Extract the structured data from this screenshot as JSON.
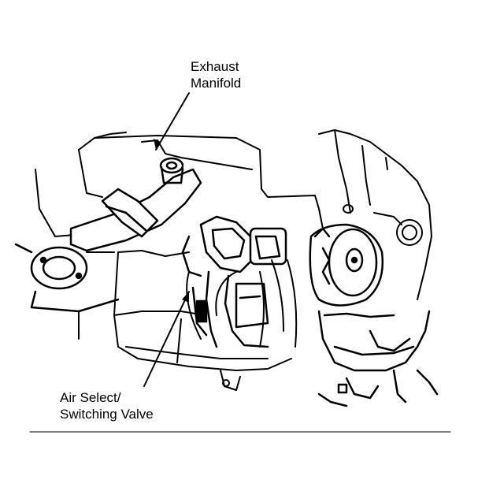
{
  "labels": {
    "exhaust_manifold": {
      "line1": "Exhaust",
      "line2": "Manifold"
    },
    "air_switching_valve": {
      "line1": "Air Select/",
      "line2": "Switching Valve"
    }
  },
  "colors": {
    "ink": "#000000",
    "paper": "#ffffff"
  }
}
